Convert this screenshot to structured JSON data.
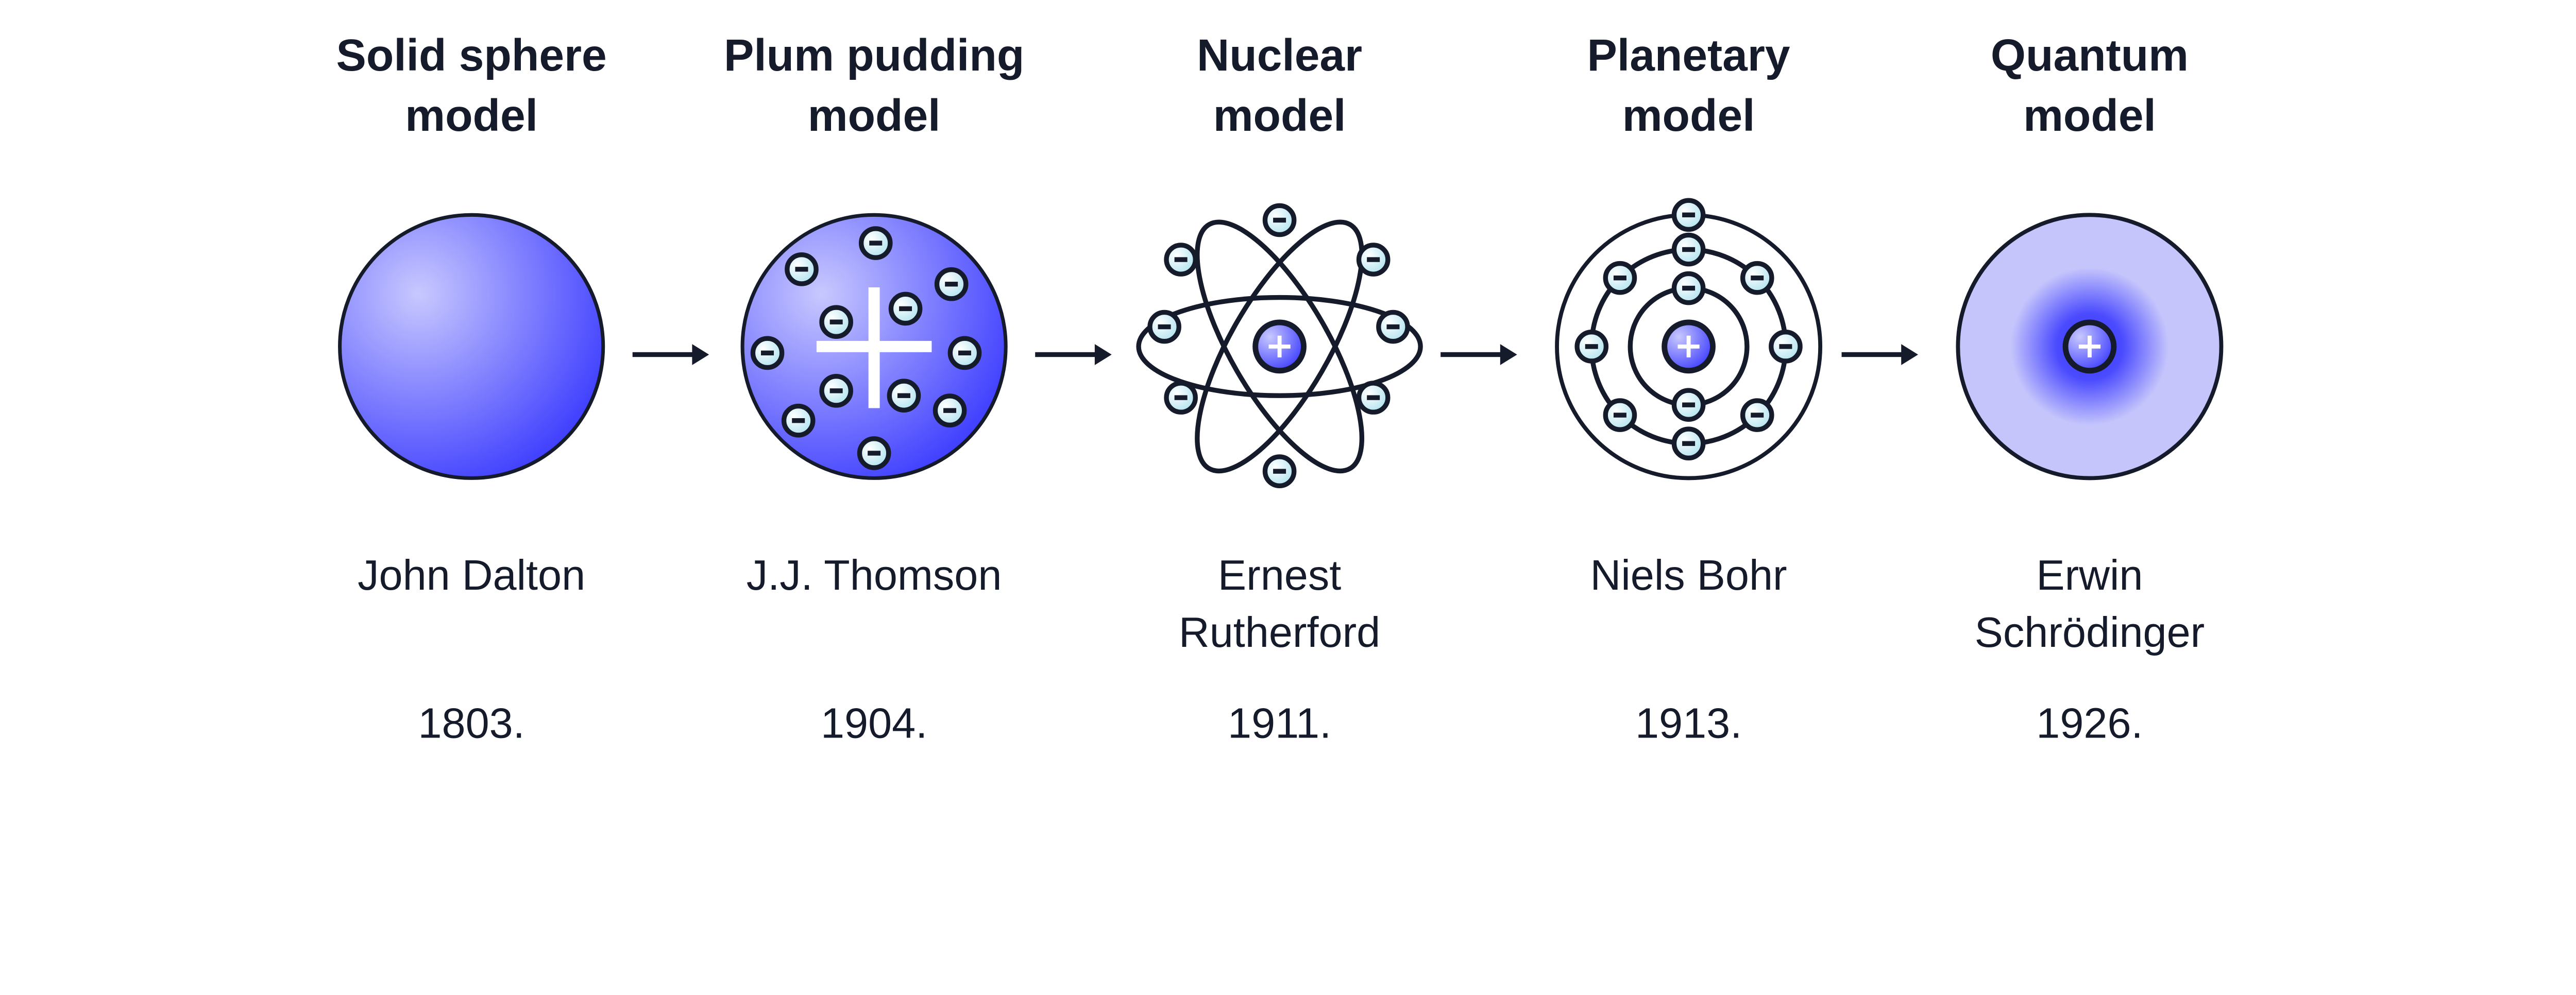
{
  "models": [
    {
      "title": [
        "Solid sphere",
        "model"
      ],
      "scientist": [
        "John Dalton"
      ],
      "year": "1803.",
      "icon": "solid-sphere-icon"
    },
    {
      "title": [
        "Plum pudding",
        "model"
      ],
      "scientist": [
        "J.J. Thomson"
      ],
      "year": "1904.",
      "icon": "plum-pudding-atom-icon"
    },
    {
      "title": [
        "Nuclear",
        "model"
      ],
      "scientist": [
        "Ernest",
        "Rutherford"
      ],
      "year": "1911.",
      "icon": "nuclear-atom-icon"
    },
    {
      "title": [
        "Planetary",
        "model"
      ],
      "scientist": [
        "Niels Bohr"
      ],
      "year": "1913.",
      "icon": "planetary-atom-icon"
    },
    {
      "title": [
        "Quantum",
        "model"
      ],
      "scientist": [
        "Erwin",
        "Schrödinger"
      ],
      "year": "1926.",
      "icon": "quantum-atom-icon"
    }
  ],
  "connector_icon": "arrow-right-icon",
  "colors": {
    "text": "#151b2b",
    "outline": "#151b2b",
    "sphere_light": "#c8c8ff",
    "sphere_dark": "#3333ff",
    "electron_fill": "#bfe9f2",
    "cloud_outer": "#c5c5fc",
    "cloud_core": "#3a3aff"
  }
}
